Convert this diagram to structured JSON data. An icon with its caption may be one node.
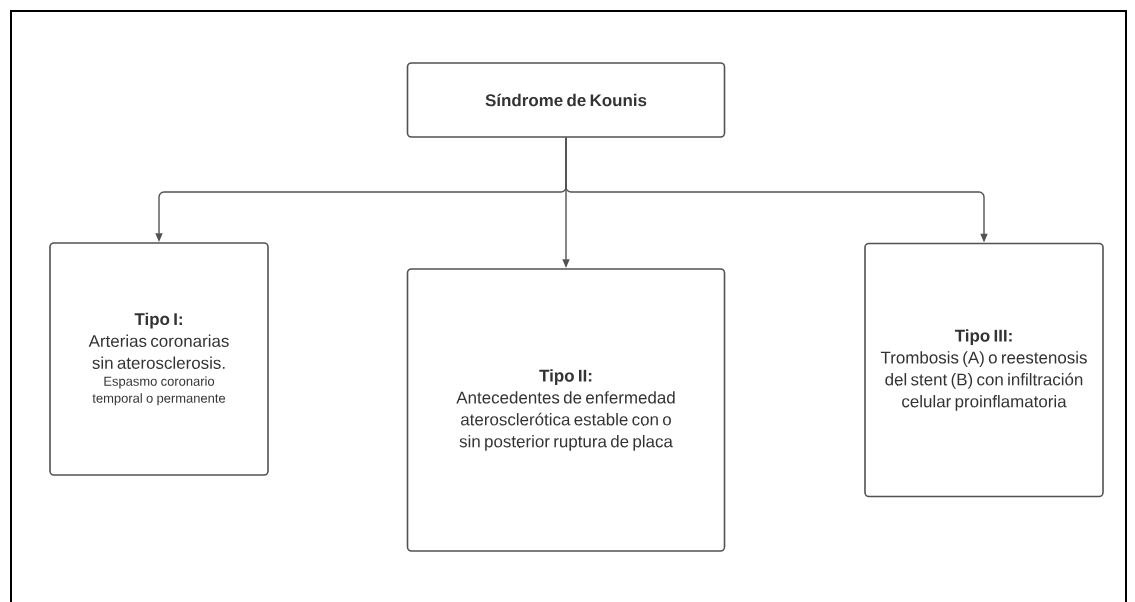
{
  "diagram": {
    "nodes": [
      {
        "text": [
          "Síndrome de Kounis"
        ]
      },
      {
        "text": [
          "Tipo I:",
          "Arterias coronarias sin aterosclerosis.",
          "Espasmo coronario temporal o permanente"
        ]
      },
      {
        "text": [
          "Tipo II:",
          "Antecedentes de enfermedad aterosclerótica estable con o sin posterior ruptura de placa"
        ]
      },
      {
        "text": [
          "Tipo III:",
          "Trombosis (A) o reestenosis del stent (B) con infiltración celular proinflamatoria"
        ]
      }
    ],
    "edges": [
      {
        "from": 0,
        "to": 1,
        "arrow": "to"
      },
      {
        "from": 0,
        "to": 2,
        "arrow": "to"
      },
      {
        "from": 0,
        "to": 3,
        "arrow": "to"
      }
    ]
  }
}
